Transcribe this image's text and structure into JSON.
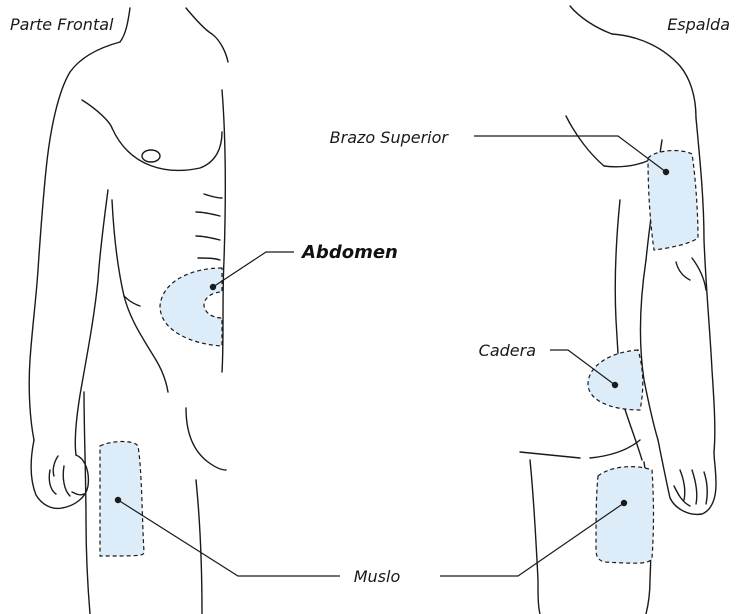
{
  "labels": {
    "front": "Parte Frontal",
    "back": "Espalda",
    "upper_arm": "Brazo Superior",
    "abdomen": "Abdomen",
    "hip": "Cadera",
    "thigh": "Muslo"
  },
  "colors": {
    "zone_fill": "#dcecf8",
    "line": "#1a1a1a"
  }
}
